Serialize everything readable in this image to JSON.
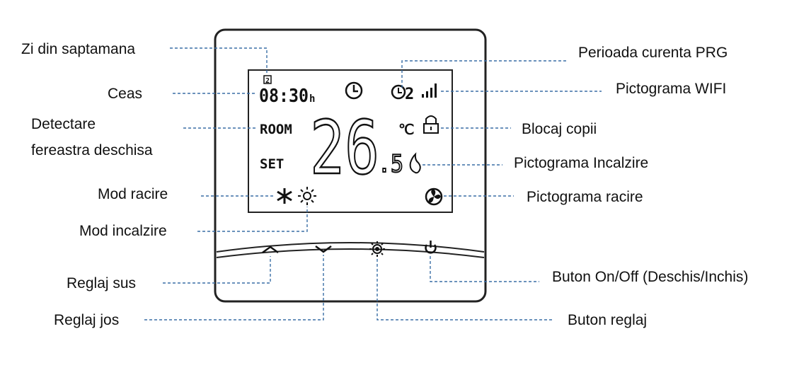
{
  "labels": {
    "zi_din_saptamana": "Zi din saptamana",
    "ceas": "Ceas",
    "detectare_line1": "Detectare",
    "detectare_line2": "fereastra deschisa",
    "mod_racire": "Mod racire",
    "mod_incalzire": "Mod incalzire",
    "reglaj_sus": "Reglaj sus",
    "reglaj_jos": "Reglaj jos",
    "perioada_curenta": "Perioada curenta PRG",
    "pictograma_wifi": "Pictograma WIFI",
    "blocaj_copii": "Blocaj copii",
    "pictograma_incalzire": "Pictograma Incalzire",
    "pictograma_racire": "Pictograma racire",
    "buton_onoff": "Buton On/Off (Deschis/Inchis)",
    "buton_reglaj": "Buton reglaj"
  },
  "display": {
    "day_number": "2",
    "clock_time": "08:30",
    "clock_unit": "h",
    "room_label": "ROOM",
    "set_label": "SET",
    "temperature_main": "26",
    "temperature_decimal": ".5",
    "temperature_unit": "℃",
    "period_number": "2"
  },
  "icons": {
    "clock": "clock-icon",
    "period": "period-clock-icon",
    "wifi": "wifi-signal-icon",
    "lock": "lock-icon",
    "flame": "flame-icon",
    "snowflake": "snowflake-icon",
    "sun": "sun-icon",
    "fan": "fan-icon",
    "up": "chevron-up-icon",
    "down": "chevron-down-icon",
    "settings": "gear-icon",
    "power": "power-icon"
  },
  "colors": {
    "leader_line": "#3a6ea5",
    "device_outline": "#222222"
  }
}
